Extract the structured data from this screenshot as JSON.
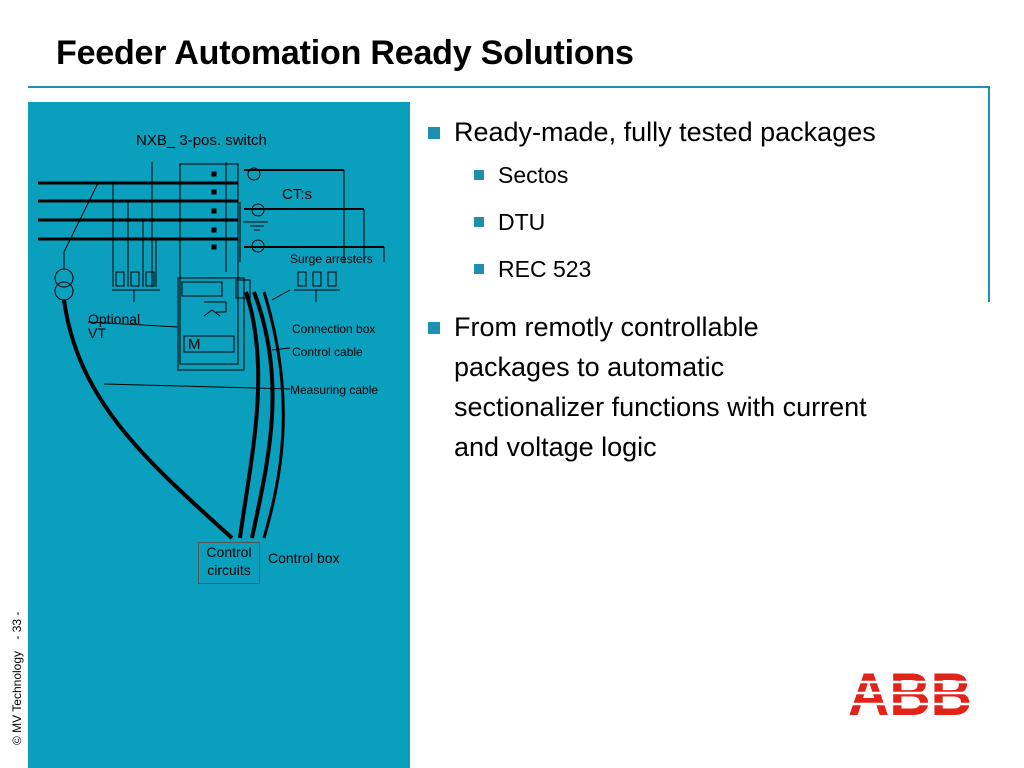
{
  "slide": {
    "title": "Feeder Automation Ready Solutions",
    "footer": {
      "copyright": "© MV Technology",
      "page": "- 33 -"
    }
  },
  "diagram": {
    "labels": {
      "switch": "NXB_  3-pos. switch",
      "cts": "CT:s",
      "surge": "Surge arresters",
      "vt_line1": "Optional",
      "vt_line2": "VT",
      "connection_box": "Connection box",
      "control_cable": "Control cable",
      "measuring_cable": "Measuring cable",
      "control_box": "Control box",
      "circuits_line1": "Control",
      "circuits_line2": "circuits",
      "motor": "M"
    }
  },
  "content": {
    "bullets": [
      {
        "text": "Ready-made, fully tested packages",
        "sub": [
          "Sectos",
          "DTU",
          "REC 523"
        ]
      },
      {
        "lines": [
          "From remotly controllable",
          "packages to automatic",
          "sectionalizer functions with current",
          "and voltage logic"
        ]
      }
    ]
  },
  "logo": {
    "text": "ABB",
    "color": "#e2231a"
  },
  "colors": {
    "accent": "#1f8fb0",
    "panel": "#099fbd",
    "logo": "#e2231a"
  }
}
